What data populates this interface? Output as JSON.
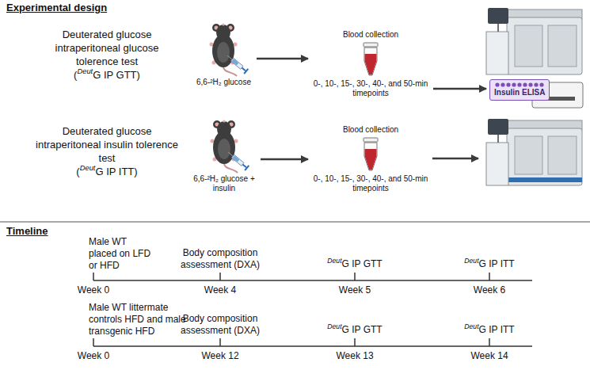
{
  "diagram": {
    "nodes": [
      {
        "text": [
          "6,6-²H₂ glucose"
        ]
      },
      {
        "text": [
          "Blood collection",
          "0-, 10-, 15-, 30-, 40-, and 50-min timepoints"
        ]
      },
      {
        "text": [
          "Insulin ELISA"
        ]
      },
      {
        "text": [
          "6,6-²H₂ glucose + insulin"
        ]
      },
      {
        "text": [
          "Blood collection",
          "0-, 10-, 15-, 30-, 40-, and 50-min timepoints"
        ]
      }
    ],
    "edges": [
      {
        "from": 0,
        "to": 1,
        "arrow": "to"
      },
      {
        "from": 1,
        "to": 2,
        "arrow": "to"
      },
      {
        "from": 3,
        "to": 4,
        "arrow": "to"
      }
    ],
    "labels": [
      "Experimental design",
      "Deuterated glucose intraperitoneal glucose tolerence test",
      "(",
      "Deut",
      "G IP GTT)",
      "Deuterated glucose intraperitoneal insulin tolerence test",
      "(",
      "Deut",
      "G IP ITT)",
      "Timeline",
      "Male WT placed on LFD or HFD",
      "Body composition assessment (DXA)",
      "Deut",
      "G IP GTT",
      "Deut",
      "G IP ITT",
      "Week 0",
      "Week 4",
      "Week 5",
      "Week 6",
      "Male WT littermate controls HFD and male transgenic HFD",
      "Body composition assessment (DXA)",
      "Deut",
      "G IP GTT",
      "Deut",
      "G IP ITT",
      "Week 0",
      "Week 12",
      "Week 13",
      "Week 14"
    ]
  }
}
